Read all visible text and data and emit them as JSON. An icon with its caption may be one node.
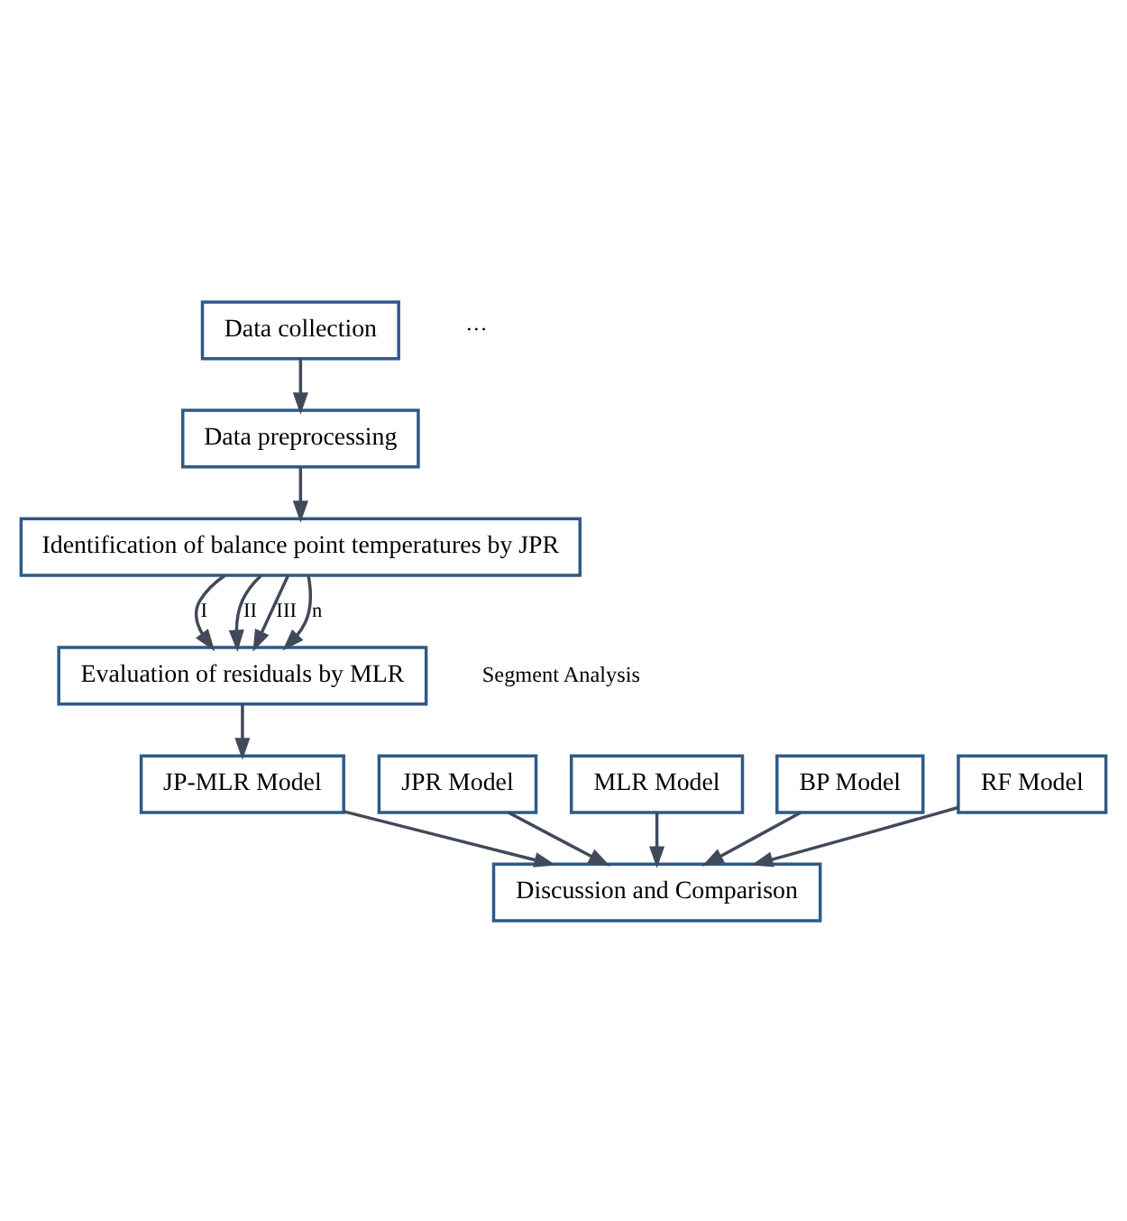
{
  "diagram": {
    "nodes": [
      {
        "text": [
          "Data collection"
        ]
      },
      {
        "text": [
          "Data preprocessing"
        ]
      },
      {
        "text": [
          "Identification of balance point temperatures by JPR"
        ]
      },
      {
        "text": [
          "Evaluation of residuals by MLR"
        ]
      },
      {
        "text": [
          "JP-MLR Model"
        ]
      },
      {
        "text": [
          "Discussion and Comparison"
        ]
      },
      {
        "text": [
          "JPR Model"
        ]
      },
      {
        "text": [
          "MLR Model"
        ]
      },
      {
        "text": [
          "BP Model"
        ]
      },
      {
        "text": [
          "RF Model"
        ]
      }
    ],
    "edges": [
      {
        "from": 0,
        "to": 1,
        "arrow": "to"
      },
      {
        "from": 1,
        "to": 2,
        "arrow": "to"
      },
      {
        "from": 2,
        "to": 3,
        "arrow": "to",
        "label": "I"
      },
      {
        "from": 2,
        "to": 3,
        "arrow": "to",
        "label": "II"
      },
      {
        "from": 2,
        "to": 3,
        "arrow": "to",
        "label": "III"
      },
      {
        "from": 2,
        "to": 3,
        "arrow": "to",
        "label": "n"
      },
      {
        "from": 3,
        "to": 4,
        "arrow": "to"
      },
      {
        "from": 4,
        "to": 5,
        "arrow": "to"
      },
      {
        "from": 6,
        "to": 5,
        "arrow": "to"
      },
      {
        "from": 7,
        "to": 5,
        "arrow": "to"
      },
      {
        "from": 8,
        "to": 5,
        "arrow": "to"
      },
      {
        "from": 9,
        "to": 5,
        "arrow": "to"
      }
    ],
    "labels": [
      "Segment Analysis",
      "···"
    ]
  }
}
